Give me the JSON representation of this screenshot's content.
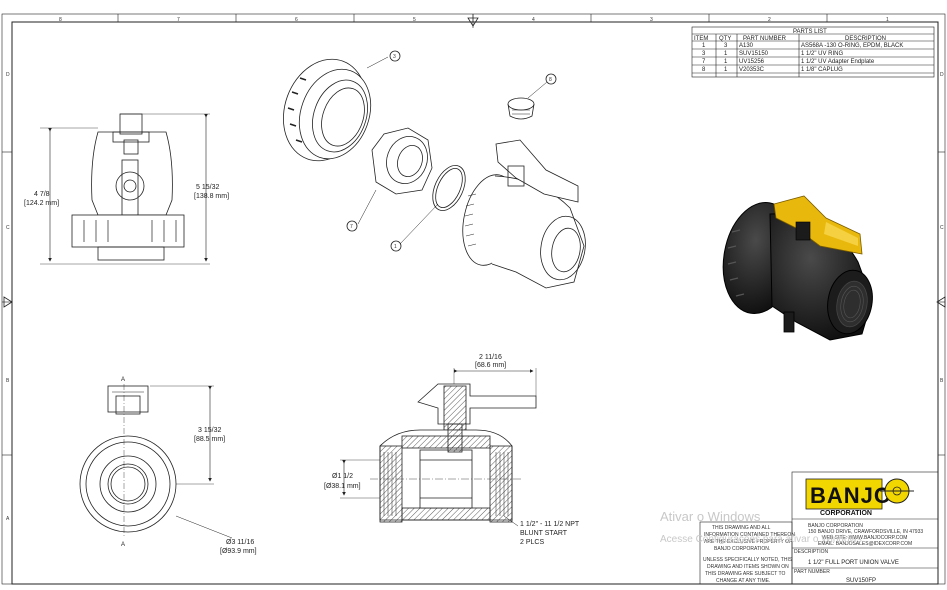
{
  "parts_list": {
    "title": "PARTS LIST",
    "headers": [
      "ITEM",
      "QTY",
      "PART NUMBER",
      "DESCRIPTION"
    ],
    "rows": [
      [
        "1",
        "3",
        "A130",
        "AS568A -130 O-RING, EPDM, BLACK"
      ],
      [
        "3",
        "1",
        "SUV15150",
        "1 1/2\" UV RING"
      ],
      [
        "7",
        "1",
        "UV15256",
        "1 1/2\" UV Adapter Endplate"
      ],
      [
        "8",
        "1",
        "V20353C",
        "1 1/8\" CAPLUG"
      ]
    ]
  },
  "dimensions": {
    "height_total": "5 15/32",
    "height_total_mm": "[138.8 mm]",
    "height_body": "4 7/8",
    "height_body_mm": "[124.2 mm]",
    "half_height": "3 15/32",
    "half_height_mm": "[88.5 mm]",
    "outer_dia": "Ø3 11/16",
    "outer_dia_mm": "[Ø93.9 mm]",
    "handle_width": "2 11/16",
    "handle_width_mm": "[68.6 mm]",
    "bore": "Ø1 1/2",
    "bore_mm": "[Ø38.1 mm]"
  },
  "thread_note": [
    "1 1/2\" - 11 1/2 NPT",
    "BLUNT START",
    "2 PLCS"
  ],
  "section_label": "A",
  "balloons": [
    "3",
    "8",
    "7",
    "1"
  ],
  "border_numbers_top": [
    "8",
    "7",
    "6",
    "5",
    "4",
    "3",
    "2",
    "1"
  ],
  "border_letters": [
    "D",
    "C",
    "B",
    "A"
  ],
  "title_block": {
    "disclaimer": [
      "THIS DRAWING AND ALL",
      "INFORMATION CONTAINED THEREON",
      "ARE THE EXCLUSIVE PROPERTY OF",
      "BANJO CORPORATION."
    ],
    "change_note": [
      "UNLESS SPECIFICALLY NOTED, THIS",
      "DRAWING AND ITEMS SHOWN ON",
      "THIS DRAWING ARE SUBJECT TO",
      "CHANGE AT ANY TIME."
    ],
    "logo_text": "BANJO",
    "logo_sub": "CORPORATION",
    "company": "BANJO CORPORATION",
    "address": "150 BANJO DRIVE, CRAWFORDSVILLE, IN 47933",
    "website": "WEB SITE: WWW.BANJOCORP.COM",
    "email": "EMAIL: BANJOSALES@IDEXCORP.COM",
    "description_label": "DESCRIPTION",
    "description": "1 1/2\" FULL PORT UNION VALVE",
    "part_number_label": "PART NUMBER",
    "part_number": "SUV150FP"
  },
  "watermark": {
    "line1": "Ativar o Windows",
    "line2": "Acesse Configurações para ativar o Windows."
  },
  "colors": {
    "line": "#222222",
    "handle_yellow": "#e8b80c",
    "body_black": "#1b1b1b",
    "logo_yellow": "#f2d600"
  }
}
